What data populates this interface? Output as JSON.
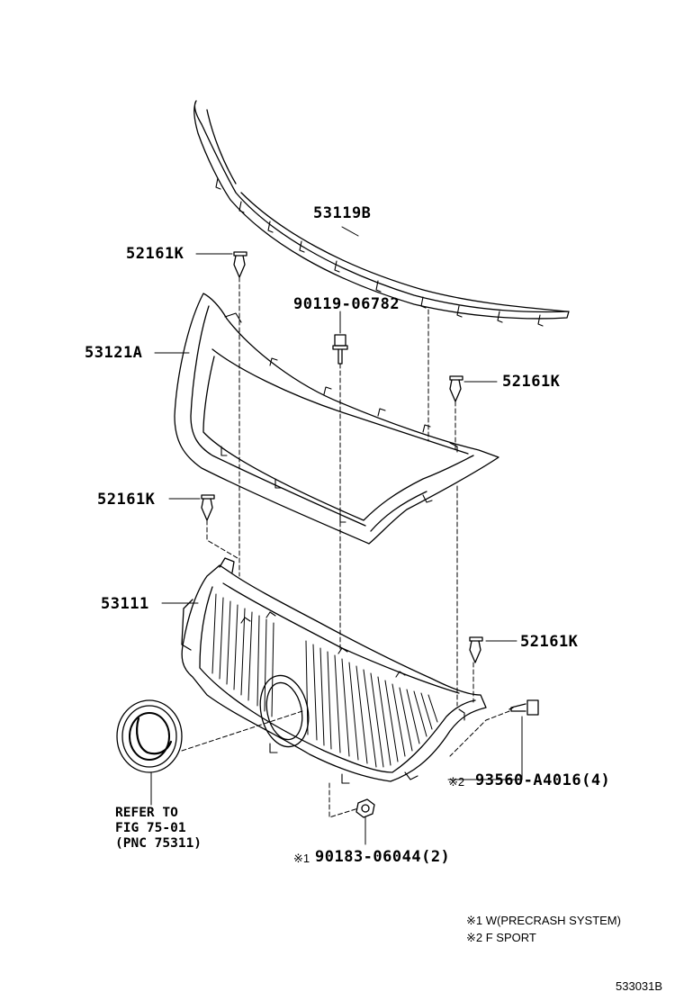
{
  "parts": {
    "p53119b": "53119B",
    "p52161k_a": "52161K",
    "p90119": "90119-06782",
    "p53121a": "53121A",
    "p52161k_b": "52161K",
    "p52161k_c": "52161K",
    "p53111": "53111",
    "p52161k_d": "52161K",
    "p93560": "93560-A4016(4)",
    "p90183": "90183-06044(2)"
  },
  "marks": {
    "mark2": "※2",
    "mark1": "※1"
  },
  "reference": {
    "line1": "REFER TO",
    "line2": "FIG 75-01",
    "line3": "(PNC 75311)"
  },
  "notes": {
    "note1": "※1 W(PRECRASH SYSTEM)",
    "note2": "※2 F SPORT"
  },
  "figure_id": "533031B"
}
